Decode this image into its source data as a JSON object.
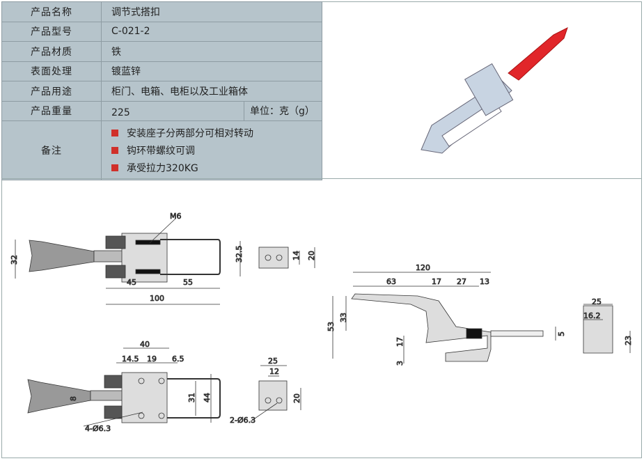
{
  "spec": {
    "rows": [
      {
        "label": "产品名称",
        "value": "调节式搭扣"
      },
      {
        "label": "产品型号",
        "value": "C-021-2"
      },
      {
        "label": "产品材质",
        "value": "铁"
      },
      {
        "label": "表面处理",
        "value": "镀蓝锌"
      },
      {
        "label": "产品用途",
        "value": "柜门、电箱、电柜以及工业箱体"
      },
      {
        "label": "产品重量",
        "value": "225",
        "unit": "单位：克（g）"
      }
    ],
    "notes_label": "备注",
    "notes": [
      "安装座子分两部分可相对转动",
      "钩环带螺纹可调",
      "承受拉力320KG"
    ]
  },
  "dims": {
    "top": {
      "m6": "M6",
      "h32": "32",
      "h32_5": "32.5",
      "d45": "45",
      "d55": "55",
      "d100": "100"
    },
    "side_small": {
      "d14": "14",
      "d20": "20"
    },
    "bottom": {
      "d40": "40",
      "d14_5": "14.5",
      "d19": "19",
      "d6_5": "6.5",
      "d8": "8",
      "d31": "31",
      "d44": "44",
      "holes": "4-Ø6.3"
    },
    "base": {
      "d25": "25",
      "d12": "12",
      "d20": "20",
      "holes": "2-Ø6.3"
    },
    "side": {
      "d120": "120",
      "d63": "63",
      "d17a": "17",
      "d27": "27",
      "d13": "13",
      "d53": "53",
      "d33": "33",
      "d17b": "17",
      "d3": "3",
      "d5": "5"
    },
    "end": {
      "d25": "25",
      "d16_2": "16.2",
      "d23": "23"
    }
  }
}
